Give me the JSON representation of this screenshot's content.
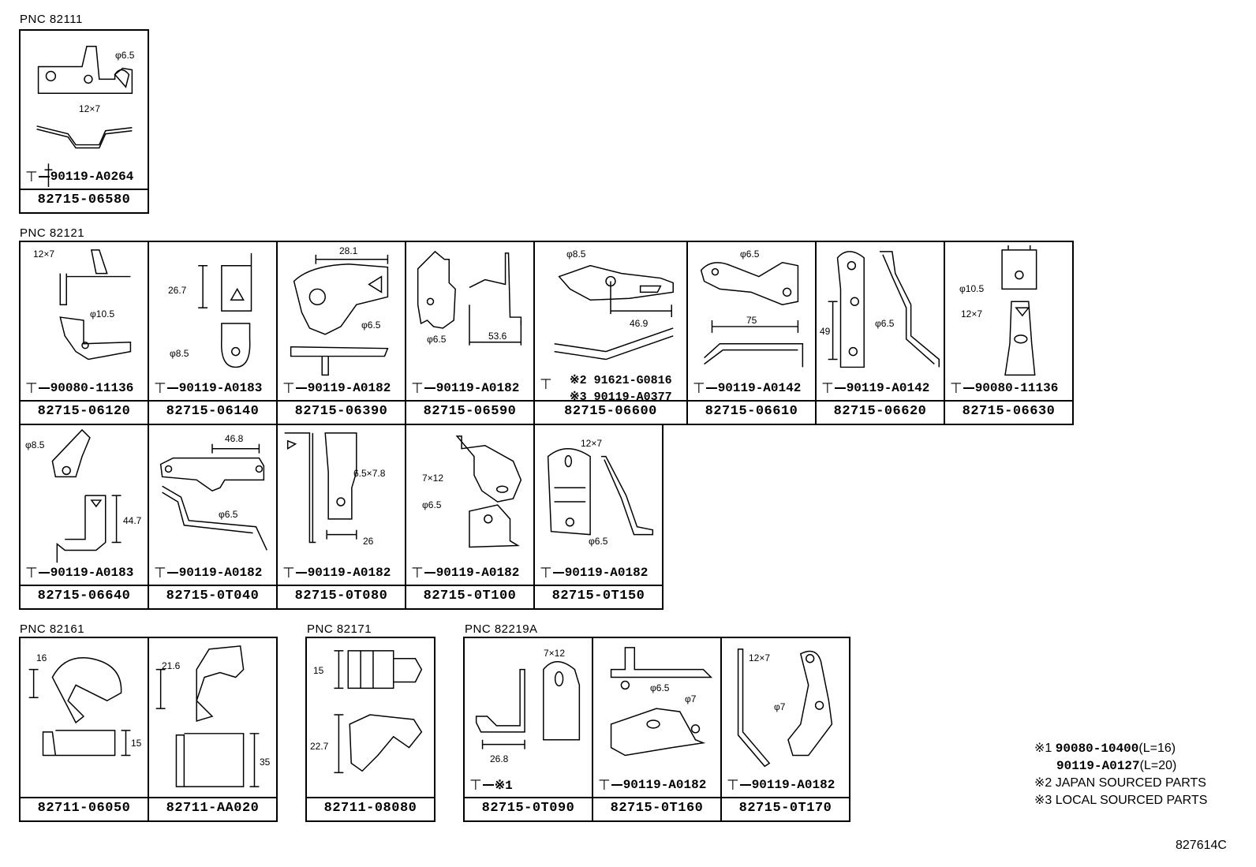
{
  "groups": {
    "g1": {
      "label": "PNC 82111"
    },
    "g2": {
      "label": "PNC 82121"
    },
    "g3": {
      "label": "PNC 82161"
    },
    "g4": {
      "label": "PNC 82171"
    },
    "g5": {
      "label": "PNC 82219A"
    }
  },
  "parts": {
    "p06580": {
      "part": "82715-06580",
      "bolt": "90119-A0264",
      "dims": [
        "φ6.5",
        "12×7"
      ]
    },
    "p06120": {
      "part": "82715-06120",
      "bolt": "90080-11136",
      "dims": [
        "12×7",
        "φ10.5"
      ]
    },
    "p06140": {
      "part": "82715-06140",
      "bolt": "90119-A0183",
      "dims": [
        "26.7",
        "φ8.5"
      ]
    },
    "p06390": {
      "part": "82715-06390",
      "bolt": "90119-A0182",
      "dims": [
        "28.1",
        "φ6.5"
      ]
    },
    "p06590": {
      "part": "82715-06590",
      "bolt": "90119-A0182",
      "dims": [
        "φ6.5",
        "53.6"
      ]
    },
    "p06600": {
      "part": "82715-06600",
      "note2": "※2 91621-G0816",
      "note3": "※3 90119-A0377",
      "dims": [
        "φ8.5",
        "46.9"
      ]
    },
    "p06610": {
      "part": "82715-06610",
      "bolt": "90119-A0142",
      "dims": [
        "φ6.5",
        "75"
      ]
    },
    "p06620": {
      "part": "82715-06620",
      "bolt": "90119-A0142",
      "dims": [
        "49",
        "φ6.5"
      ]
    },
    "p06630": {
      "part": "82715-06630",
      "bolt": "90080-11136",
      "dims": [
        "φ10.5",
        "12×7"
      ]
    },
    "p06640": {
      "part": "82715-06640",
      "bolt": "90119-A0183",
      "dims": [
        "φ8.5",
        "44.7"
      ]
    },
    "p0T040": {
      "part": "82715-0T040",
      "bolt": "90119-A0182",
      "dims": [
        "46.8",
        "φ6.5"
      ]
    },
    "p0T080": {
      "part": "82715-0T080",
      "bolt": "90119-A0182",
      "dims": [
        "6.5×7.8",
        "26"
      ]
    },
    "p0T100": {
      "part": "82715-0T100",
      "bolt": "90119-A0182",
      "dims": [
        "7×12",
        "φ6.5"
      ]
    },
    "p0T150": {
      "part": "82715-0T150",
      "bolt": "90119-A0182",
      "dims": [
        "12×7",
        "φ6.5"
      ]
    },
    "p06050": {
      "part": "82711-06050",
      "dims": [
        "16",
        "15"
      ]
    },
    "pAA020": {
      "part": "82711-AA020",
      "dims": [
        "21.6",
        "35"
      ]
    },
    "p08080": {
      "part": "82711-08080",
      "dims": [
        "15",
        "22.7"
      ]
    },
    "p0T090": {
      "part": "82715-0T090",
      "bolt": "※1",
      "dims": [
        "7×12",
        "26.8"
      ]
    },
    "p0T160": {
      "part": "82715-0T160",
      "bolt": "90119-A0182",
      "dims": [
        "φ6.5",
        "φ7"
      ]
    },
    "p0T170": {
      "part": "82715-0T170",
      "bolt": "90119-A0182",
      "dims": [
        "12×7",
        "φ7"
      ]
    }
  },
  "footnotes": {
    "n1a_mark": "※1",
    "n1a_part": "90080-10400",
    "n1a_len": "(L=16)",
    "n1b_part": "90119-A0127",
    "n1b_len": "(L=20)",
    "n2": "※2 JAPAN SOURCED PARTS",
    "n3": "※3 LOCAL SOURCED PARTS"
  },
  "illustration_code": "827614C"
}
